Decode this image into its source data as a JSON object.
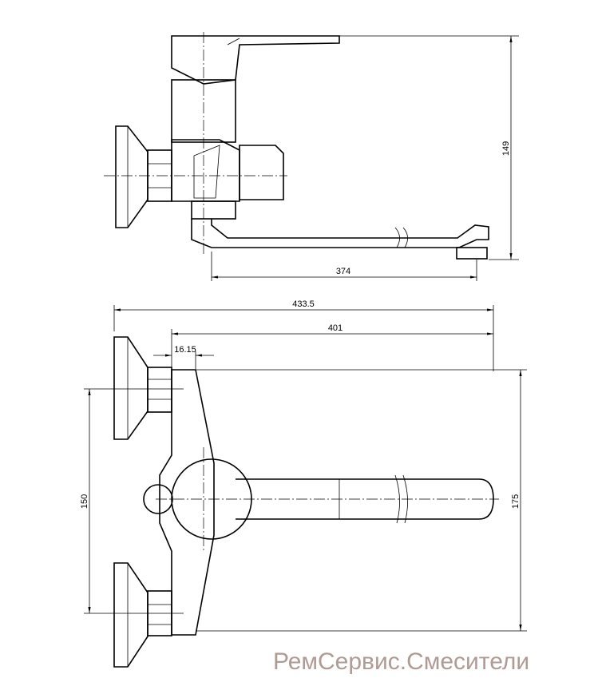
{
  "dimensions": {
    "side_height": "149",
    "spout_reach": "374",
    "total_length": "433.5",
    "body_length": "401",
    "offset": "16.15",
    "inlet_spacing": "150",
    "body_height": "175"
  },
  "watermark": "РемСервис.Смесители",
  "colors": {
    "line": "#000000",
    "watermark": "#b09a94"
  }
}
